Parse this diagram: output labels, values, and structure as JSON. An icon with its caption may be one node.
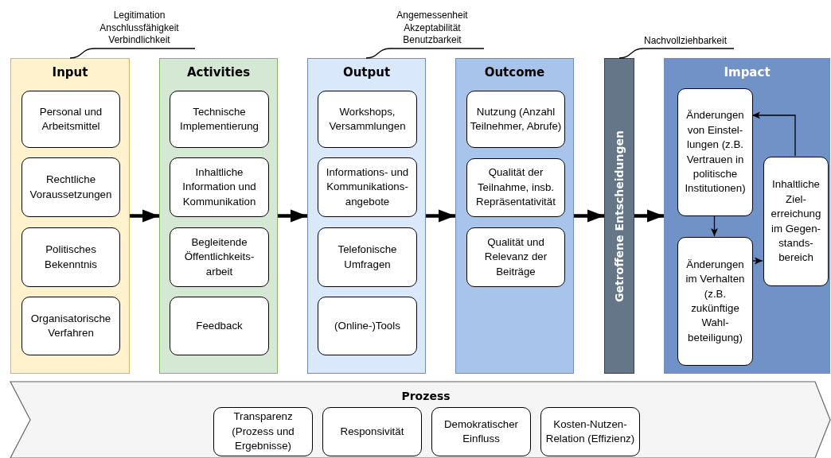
{
  "diagram": {
    "nodes": [
      {
        "text": [
          "Input"
        ]
      },
      {
        "text": [
          "Personal und Arbeitsmittel"
        ],
        "in": 0
      },
      {
        "text": [
          "Rechtliche Voraussetzungen"
        ],
        "in": 0
      },
      {
        "text": [
          "Politisches Bekenntnis"
        ],
        "in": 0
      },
      {
        "text": [
          "Organisatorische Verfahren"
        ],
        "in": 0
      },
      {
        "text": [
          "Activities"
        ]
      },
      {
        "text": [
          "Technische Implementierung"
        ],
        "in": 5
      },
      {
        "text": [
          "Inhaltliche Information und Kommunikation"
        ],
        "in": 5
      },
      {
        "text": [
          "Begleitende Öffentlichkeits-arbeit"
        ],
        "in": 5
      },
      {
        "text": [
          "Feedback"
        ],
        "in": 5
      },
      {
        "text": [
          "Output"
        ]
      },
      {
        "text": [
          "Workshops, Versammlungen"
        ],
        "in": 10
      },
      {
        "text": [
          "Informations- und Kommunikations-angebote"
        ],
        "in": 10
      },
      {
        "text": [
          "Telefonische Umfragen"
        ],
        "in": 10
      },
      {
        "text": [
          "(Online-)Tools"
        ],
        "in": 10
      },
      {
        "text": [
          "Outcome"
        ]
      },
      {
        "text": [
          "Nutzung (Anzahl Teilnehmer, Abrufe)"
        ],
        "in": 15
      },
      {
        "text": [
          "Qualität der Teilnahme, insb. Repräsentativität"
        ],
        "in": 15
      },
      {
        "text": [
          "Qualität und Relevanz der Beiträge"
        ],
        "in": 15
      },
      {
        "text": [
          "Getroffene Entscheidungen"
        ]
      },
      {
        "text": [
          "Impact"
        ]
      },
      {
        "text": [
          "Änderungen von Einstel-lungen (z.B. Vertrauen in politische Institutionen)"
        ],
        "in": 20
      },
      {
        "text": [
          "Änderungen im Verhalten (z.B. zukünftige Wahl-beteiligung)"
        ],
        "in": 20
      },
      {
        "text": [
          "Inhaltliche Ziel-erreichung im Gegen-stands-bereich"
        ],
        "in": 20
      },
      {
        "text": [
          "Prozess"
        ]
      },
      {
        "text": [
          "Transparenz (Prozess und Ergebnisse)"
        ],
        "in": 24
      },
      {
        "text": [
          "Responsivität"
        ],
        "in": 24
      },
      {
        "text": [
          "Demokratischer Einfluss"
        ],
        "in": 24
      },
      {
        "text": [
          "Kosten-Nutzen-Relation (Effizienz)"
        ],
        "in": 24
      },
      {
        "text": [
          "Legitimation",
          "Anschlussfähigkeit",
          "Verbindlichkeit"
        ]
      },
      {
        "text": [
          "Angemessenheit",
          "Akzeptabilität",
          "Benutzbarkeit"
        ]
      },
      {
        "text": [
          "Nachvollziehbarkeit"
        ]
      }
    ],
    "edges": [
      {
        "from": 0,
        "to": 5,
        "arrow": "to",
        "style": "thick"
      },
      {
        "from": 5,
        "to": 10,
        "arrow": "to",
        "style": "thick"
      },
      {
        "from": 10,
        "to": 15,
        "arrow": "to",
        "style": "thick"
      },
      {
        "from": 15,
        "to": 19,
        "arrow": "to",
        "style": "thick"
      },
      {
        "from": 19,
        "to": 20,
        "arrow": "to",
        "style": "thick"
      },
      {
        "from": 21,
        "to": 22,
        "arrow": "to"
      },
      {
        "from": 22,
        "to": 23,
        "arrow": "to"
      },
      {
        "from": 23,
        "to": 21,
        "arrow": "to"
      },
      {
        "from": 29,
        "to": 0,
        "arrow": "none"
      },
      {
        "from": 30,
        "to": 10,
        "arrow": "none"
      },
      {
        "from": 31,
        "to": 19,
        "arrow": "none"
      }
    ]
  }
}
